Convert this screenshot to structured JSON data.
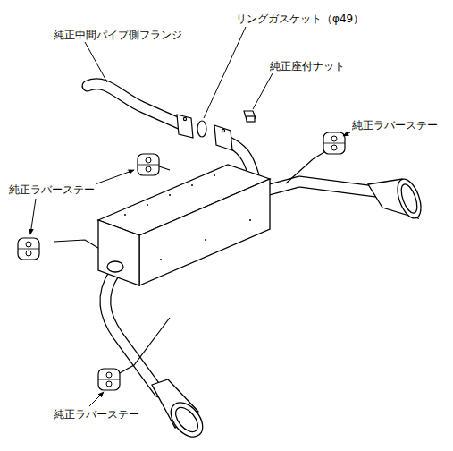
{
  "diagram": {
    "labels": [
      "純正中間パイプ側フランジ",
      "リングガスケット（φ49）",
      "純正座付ナット",
      "純正ラバーステー",
      "純正ラバーステー",
      "純正ラバーステー"
    ]
  }
}
